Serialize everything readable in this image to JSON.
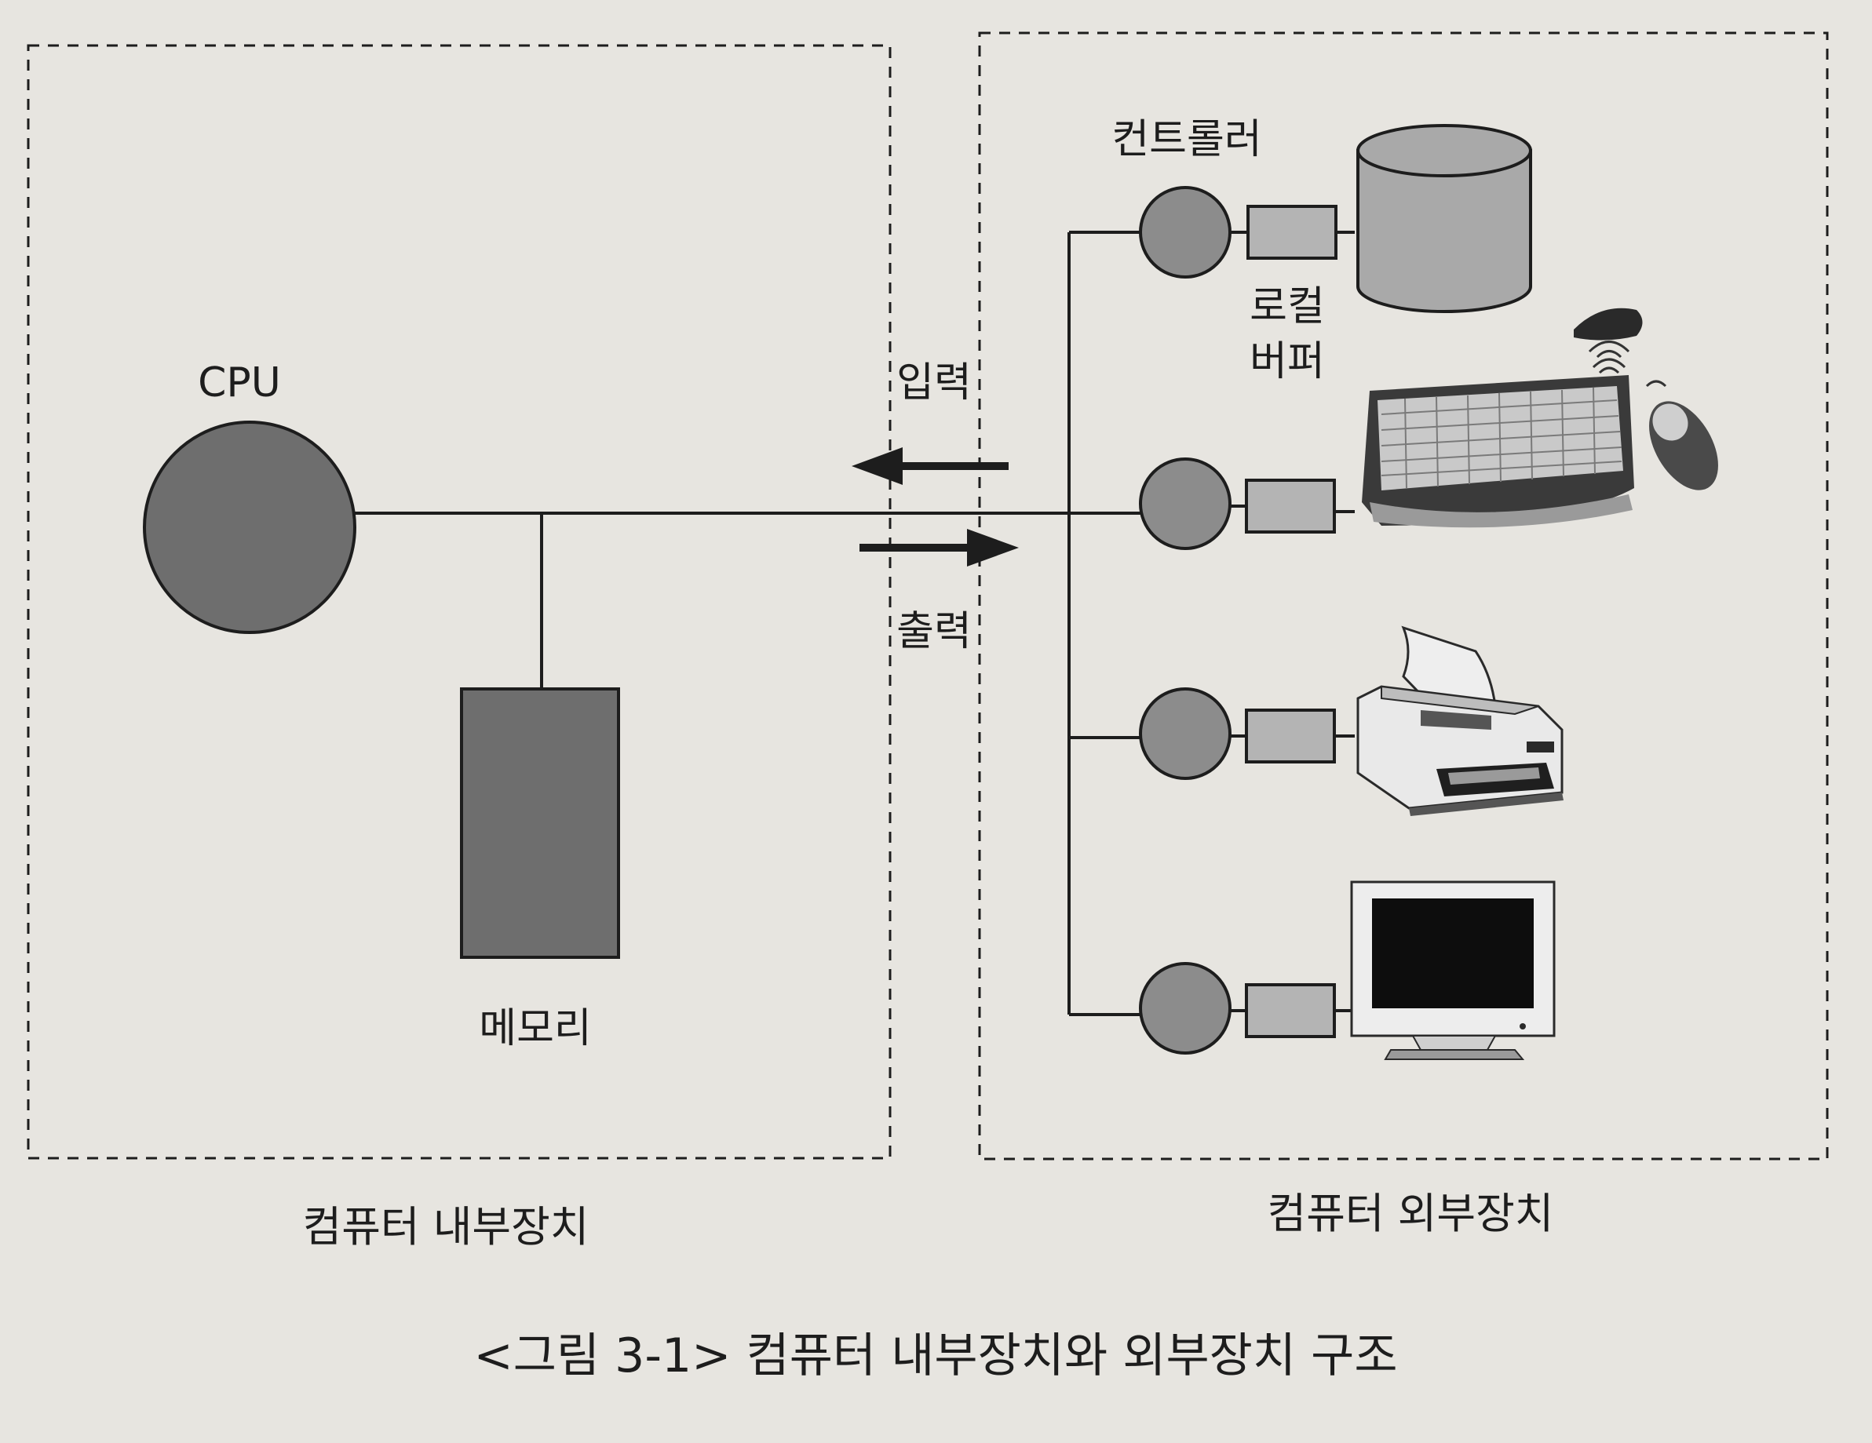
{
  "figure": {
    "caption": "<그림 3-1> 컴퓨터 내부장치와 외부장치 구조",
    "internal": {
      "title": "컴퓨터 내부장치",
      "cpu_label": "CPU",
      "memory_label": "메모리"
    },
    "external": {
      "title": "컴퓨터 외부장치",
      "controller_label": "컨트롤러",
      "local_buffer_label_line1": "로컬",
      "local_buffer_label_line2": "버퍼",
      "devices": [
        {
          "icon": "disk-cylinder-icon"
        },
        {
          "icon": "keyboard-mouse-icon"
        },
        {
          "icon": "printer-icon"
        },
        {
          "icon": "monitor-icon"
        }
      ]
    },
    "io": {
      "input_label": "입력",
      "output_label": "출력"
    }
  },
  "colors": {
    "background": "#e7e5e0",
    "dark_fill": "#6e6e6e",
    "controller_fill": "#8c8c8c",
    "buffer_fill": "#b4b4b4",
    "disk_fill": "#a9a9a9",
    "line": "#1d1d1d"
  }
}
